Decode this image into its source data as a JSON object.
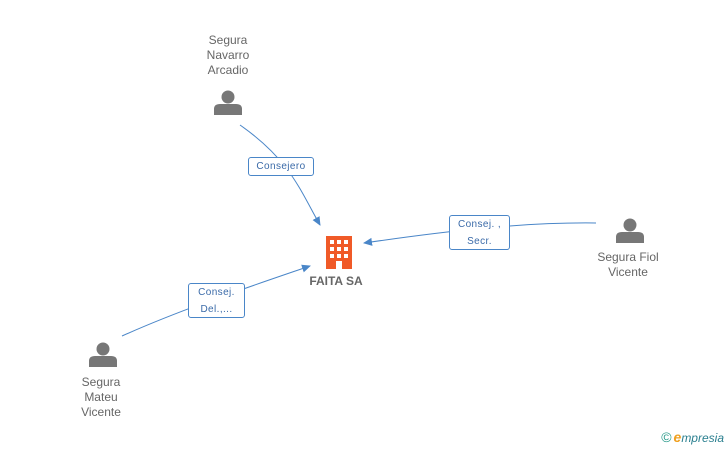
{
  "company": {
    "name": "FAITA SA",
    "icon": "building-icon",
    "color": "#f05a28"
  },
  "persons": [
    {
      "id": "navarro",
      "name": "Segura\nNavarro\nArcadio",
      "icon": "person-icon"
    },
    {
      "id": "fiol",
      "name": "Segura Fiol\nVicente",
      "icon": "person-icon"
    },
    {
      "id": "mateu",
      "name": "Segura\nMateu\nVicente",
      "icon": "person-icon"
    }
  ],
  "relations": [
    {
      "from": "navarro",
      "lines": [
        "Consejero"
      ]
    },
    {
      "from": "fiol",
      "lines": [
        "Consej. ,",
        "Secr."
      ]
    },
    {
      "from": "mateu",
      "lines": [
        "Consej.",
        "Del.,..."
      ]
    }
  ],
  "colors": {
    "edge": "#4a86c8",
    "person": "#777777"
  },
  "watermark": {
    "copyright": "©",
    "brand_initial": "e",
    "brand_rest": "mpresia"
  }
}
